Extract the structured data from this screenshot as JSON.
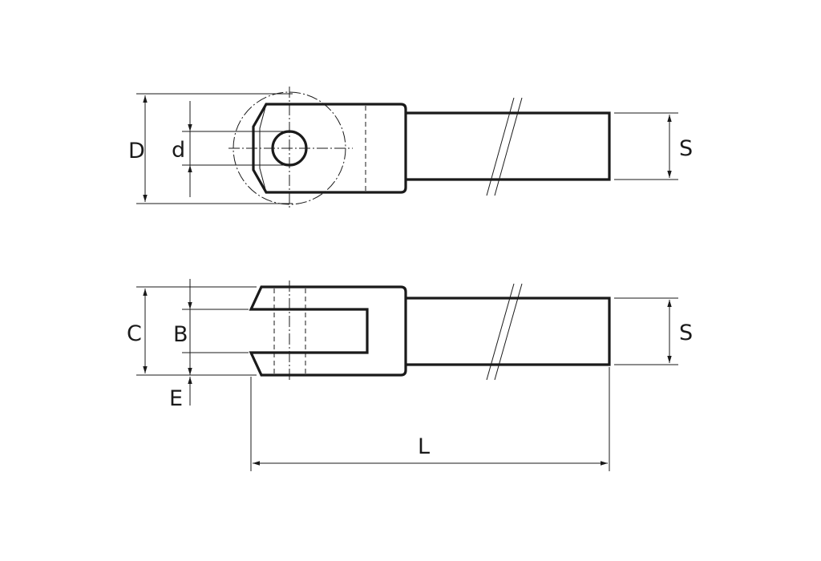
{
  "labels": {
    "D": "D",
    "d": "d",
    "S_top": "S",
    "C": "C",
    "B": "B",
    "E": "E",
    "S_bottom": "S",
    "L": "L"
  },
  "colors": {
    "line": "#1a1a1a",
    "background": "#ffffff"
  }
}
